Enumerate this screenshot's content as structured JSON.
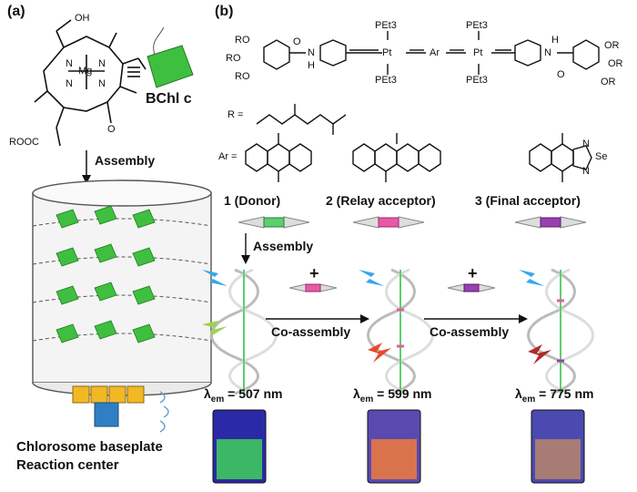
{
  "panels": {
    "a": "(a)",
    "b": "(b)"
  },
  "panel_a": {
    "bchl_label": "BChl c",
    "assembly_label": "Assembly",
    "caption_line1": "Chlorosome baseplate",
    "caption_line2": "Reaction center",
    "atoms": {
      "oh": "OH",
      "mg": "Mg",
      "n1": "N",
      "n2": "N",
      "n3": "N",
      "n4": "N",
      "o": "O",
      "rooc": "ROOC"
    }
  },
  "panel_b": {
    "structure": {
      "ro1": "RO",
      "ro2": "RO",
      "ro3": "RO",
      "or1": "OR",
      "or2": "OR",
      "or3": "OR",
      "pet3_tl": "PEt3",
      "pet3_bl": "PEt3",
      "pet3_tr": "PEt3",
      "pet3_br": "PEt3",
      "pt_l": "Pt",
      "pt_r": "Pt",
      "ar": "Ar",
      "n_l": "N",
      "h_l": "H",
      "n_r": "N",
      "h_r": "H",
      "o_l": "O",
      "o_r": "O",
      "r_eq": "R =",
      "ar_eq": "Ar =",
      "n_top": "N",
      "n_bot": "N",
      "se": "Se"
    },
    "species": [
      "1 (Donor)",
      "2 (Relay acceptor)",
      "3 (Final acceptor)"
    ],
    "species_colors": [
      "#5ccf6e",
      "#e85aa8",
      "#9a3fb0"
    ],
    "assembly_label": "Assembly",
    "plus1": "+",
    "plus2": "+",
    "coassembly1": "Co-assembly",
    "coassembly2": "Co-assembly",
    "emissions": [
      {
        "lambda": "λ",
        "sub": "em",
        "value": "= 507 nm",
        "glow": "#3fd05a"
      },
      {
        "lambda": "λ",
        "sub": "em",
        "value": "= 599 nm",
        "glow": "#f07a3a"
      },
      {
        "lambda": "λ",
        "sub": "em",
        "value": "= 775 nm",
        "glow": "#b8846a"
      }
    ]
  }
}
